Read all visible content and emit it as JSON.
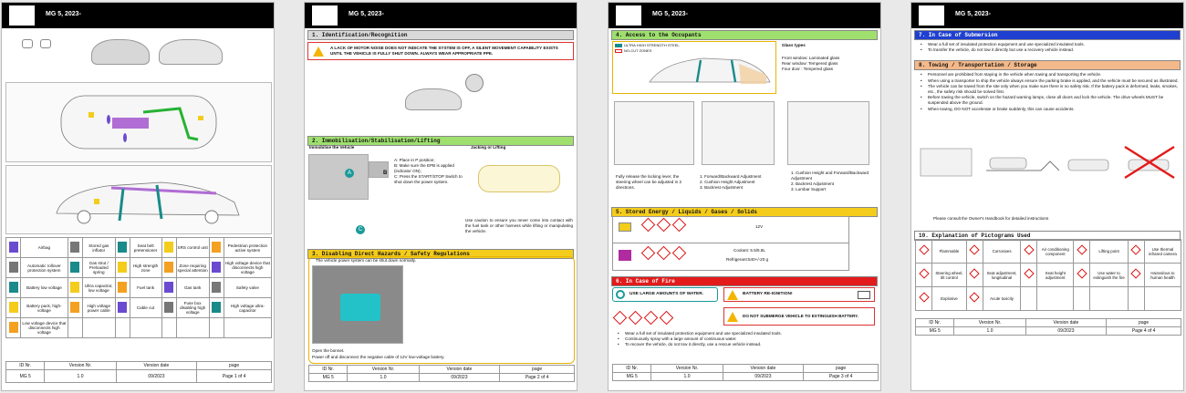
{
  "header": {
    "model": "MG 5, 2023-"
  },
  "footer": {
    "h": [
      "ID Nr.",
      "Version Nr.",
      "Version date",
      "page"
    ],
    "id": "MG 5",
    "ver": "1.0",
    "date": "09/2023",
    "pages": [
      "Page 1 of 4",
      "Page 2 of 4",
      "Page 3 of 4",
      "Page 4 of 4"
    ]
  },
  "p1": {
    "legend": [
      [
        "Airbag",
        "Stored gas inflator",
        "Seat belt pretensioner",
        "SRS control unit",
        "Pedestrian protection active system"
      ],
      [
        "Automatic rollover protection system",
        "Gas strut / Preloaded spring",
        "High strength zone",
        "Zone requiring special attention",
        "High voltage device that disconnects high voltage"
      ],
      [
        "Battery low voltage",
        "Ultra capacitor, low voltage",
        "Fuel tank",
        "Gas tank",
        "Safety valve"
      ],
      [
        "Battery pack, high-voltage",
        "High voltage power cable",
        "Cable cut",
        "Fuse box disabling high voltage",
        "High voltage ultra-capacitor"
      ],
      [
        "Low voltage device that disconnects high voltage",
        "",
        "",
        "",
        ""
      ]
    ]
  },
  "p2": {
    "s1": "1. Identification/Recognition",
    "warn1": "A LACK OF MOTOR NOISE DOES NOT INDICATE THE SYSTEM IS OFF, A SILENT MOVEMENT CAPABILITY EXISTS UNTIL THE VEHICLE IS FULLY SHUT DOWN. ALWAYS WEAR APPROPRIATE PPE.",
    "s2": "2. Immobilisation/Stabilisation/Lifting",
    "immob": "Immobilise the Vehicle",
    "jack": "Jacking or Lifting",
    "steps": [
      "A:  Place in P position;",
      "B:  Make sure the EPB is applied (indicator ON);",
      "C:  Press the START/STOP Switch to shut down the power system."
    ],
    "jacknote": "Use caution to ensure you never come into contact with the fuel tank or other harness while lifting or manipulating the vehicle.",
    "s3": "3. Disabling Direct Hazards / Safety Regulations",
    "s3a": "The vehicle power system can be shut down normally.",
    "open": "Open the bonnet.",
    "disc": "Power off and disconnect the negative cable of 12V low-voltage battery.",
    "lblA": "A",
    "lblB": "B",
    "lblC": "C"
  },
  "p3": {
    "s4": "4. Access to the Occupants",
    "uhss": "ULTRA HIGH STRENGTH STEEL",
    "nocut": "NO-CUT ZONES",
    "glass": "Glass types",
    "glassList": [
      "Front window: Laminated glass",
      "Rear window: Tempered glass",
      "Four door : Tempered glass"
    ],
    "steer": "Fully release the locking lever, the steering wheel can be adjusted in 2 directions.",
    "seat1": [
      "Forward/Backward Adjustment",
      "Cushion Height Adjustment",
      "Backrest Adjustment"
    ],
    "seat2": [
      "Cushion Height and Forward/Backward Adjustment",
      "Backrest Adjustment",
      "Lumbar Support"
    ],
    "s5": "5. Stored Energy / Liquids / Gases / Solids",
    "v12": "12V",
    "coolant": "Coolant: 5.5/5.8L",
    "refr": "Refrigerant:540+/-20 g",
    "s6": "6. In Case of Fire",
    "water": "USE LARGE AMOUNTS OF WATER.",
    "reign": "BATTERY RE-IGNITION!",
    "nosub": "DO NOT SUBMERGE VEHICLE TO EXTINGUISH BATTERY.",
    "fire": [
      "Wear a full set of insulated protection equipment and use specialized insulated tools.",
      "Continuously spray with a large amount of continuous water.",
      "To recover the vehicle, do not tow it directly, use a rescue vehicle instead."
    ]
  },
  "p4": {
    "s7": "7. In Case of Submersion",
    "sub": [
      "Wear a full set of insulated protection equipment and use specialized insulated tools.",
      "To transfer the vehicle, do not tow it directly but use a recovery vehicle instead."
    ],
    "s8": "8. Towing / Transportation / Storage",
    "tow": [
      "Personnel are prohibited from staying in the vehicle when towing and transporting the vehicle.",
      "When using a transporter to ship the vehicle always ensure the parking brake is applied, and the vehicle must be secured as illustrated.",
      "The vehicle can be towed from the site only when you make sure there is no safety risk. If the battery pack is deformed, leaks, smokes, etc., the safety risk should be solved first.",
      "Before towing the vehicle, switch on the hazard warning lamps, close all doors and lock the vehicle. The drive wheels MUST be suspended above the ground.",
      "When towing, DO NOT accelerate or brake suddenly, this can cause accidents."
    ],
    "consult": "Please consult the Owner's Handbook for detailed instructions",
    "s10": "10. Explanation of Pictograms Used",
    "pict": [
      [
        "Flammable",
        "Corrosives",
        "Air conditioning component",
        "Lifting point",
        "Use thermal infrared camera"
      ],
      [
        "Steering wheel, tilt control",
        "Seat adjustment, longitudinal",
        "Seat height adjustment",
        "Use water to extinguish the fire",
        "Hazardous to human health"
      ],
      [
        "Explosive",
        "Acute toxicity",
        "",
        "",
        ""
      ]
    ]
  },
  "colors": {
    "green": "#9fdf6e",
    "yellow": "#f4cc1c",
    "red": "#e31b1b",
    "blue": "#1f3fd0",
    "orange": "#f3b98a",
    "grey": "#d9d9d9"
  }
}
